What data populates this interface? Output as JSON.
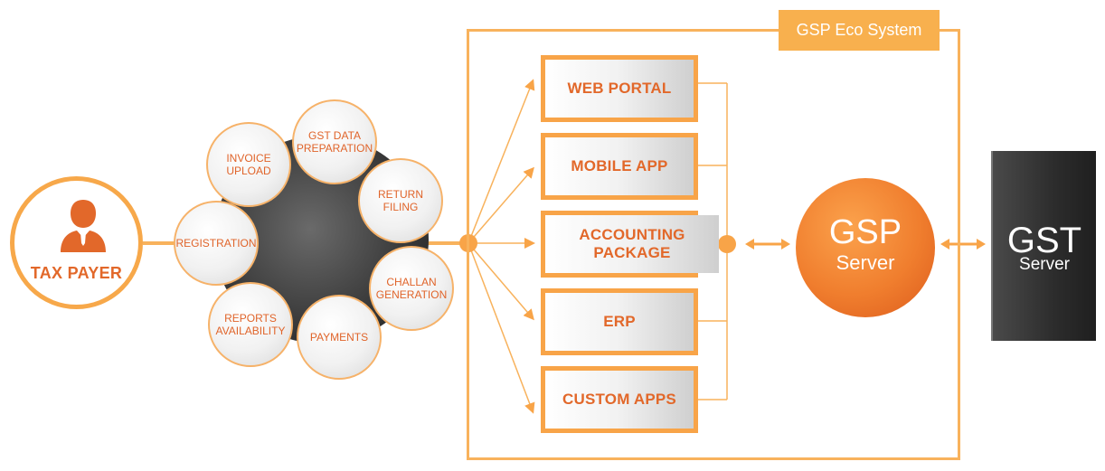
{
  "taxpayer": {
    "label": "TAX PAYER",
    "icon": "person-icon"
  },
  "services": [
    "INVOICE UPLOAD",
    "GST DATA PREPARATION",
    "RETURN FILING",
    "CHALLAN GENERATION",
    "PAYMENTS",
    "REPORTS AVAILABILITY",
    "REGISTRATION"
  ],
  "ecosystem": {
    "label": "GSP Eco System",
    "apps": [
      "WEB PORTAL",
      "MOBILE APP",
      "ACCOUNTING PACKAGE",
      "ERP",
      "CUSTOM APPS"
    ]
  },
  "gsp_server": {
    "title": "GSP",
    "subtitle": "Server"
  },
  "gst_server": {
    "title": "GST",
    "subtitle": "Server"
  },
  "colors": {
    "accent": "#f8a448",
    "text_orange": "#e2682a",
    "gsp_orange": "#f07e2e",
    "dark": "#2c2c2c"
  }
}
